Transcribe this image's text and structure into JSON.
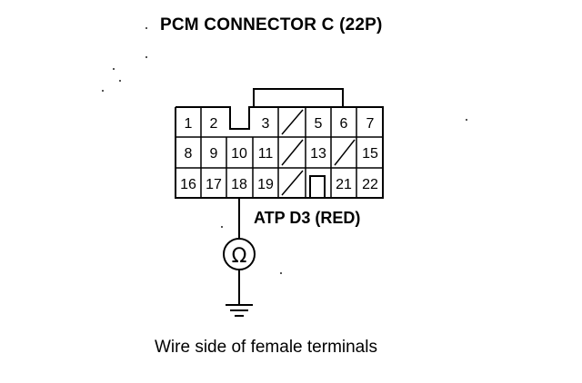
{
  "title": "PCM CONNECTOR C (22P)",
  "wire_label": "ATP D3 (RED)",
  "caption": "Wire side of female terminals",
  "meter_symbol": "Ω",
  "connector": {
    "rows": [
      [
        "1",
        "2",
        "",
        "3",
        "",
        "5",
        "6",
        "7"
      ],
      [
        "8",
        "9",
        "10",
        "11",
        "",
        "13",
        "",
        "15"
      ],
      [
        "16",
        "17",
        "18",
        "19",
        "",
        "",
        "21",
        "22"
      ]
    ]
  }
}
